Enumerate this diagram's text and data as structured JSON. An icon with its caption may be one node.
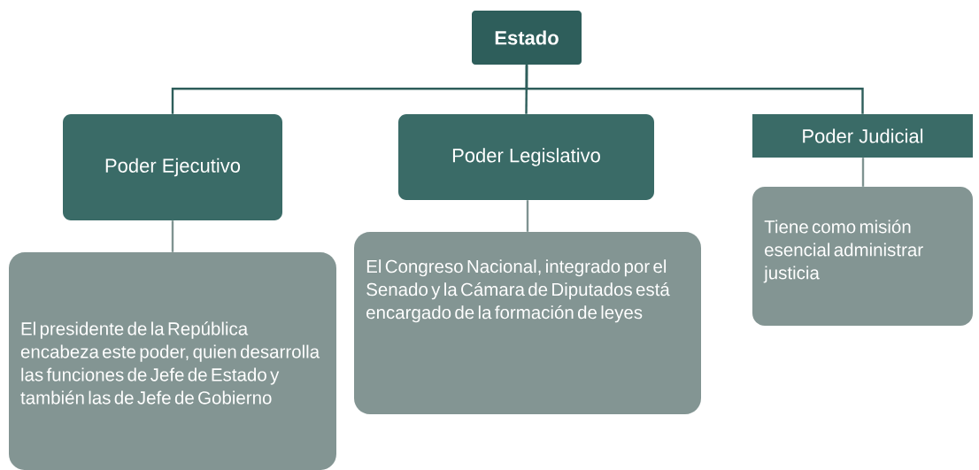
{
  "diagram": {
    "nodes": [
      {
        "text": [
          "Estado"
        ]
      },
      {
        "text": [
          "Poder Ejecutivo"
        ]
      },
      {
        "text": [
          "Poder Legislativo"
        ]
      },
      {
        "text": [
          "Poder Judicial"
        ]
      },
      {
        "text": [
          "El presidente de la República encabeza este poder, quien desarrolla las funciones de Jefe de Estado y también las de Jefe de Gobierno"
        ]
      },
      {
        "text": [
          "El Congreso Nacional, integrado por el Senado y la Cámara de Diputados está encargado de la formación de leyes"
        ]
      },
      {
        "text": [
          "Tiene como misión esencial administrar justicia"
        ]
      }
    ],
    "edges": [
      {
        "from": 0,
        "to": 1,
        "arrow": "none"
      },
      {
        "from": 0,
        "to": 2,
        "arrow": "none"
      },
      {
        "from": 0,
        "to": 3,
        "arrow": "none"
      },
      {
        "from": 1,
        "to": 4,
        "arrow": "none",
        "color": "#7f9391"
      },
      {
        "from": 2,
        "to": 5,
        "arrow": "none",
        "color": "#7f9391"
      },
      {
        "from": 3,
        "to": 6,
        "arrow": "none",
        "color": "#7f9391"
      }
    ]
  }
}
